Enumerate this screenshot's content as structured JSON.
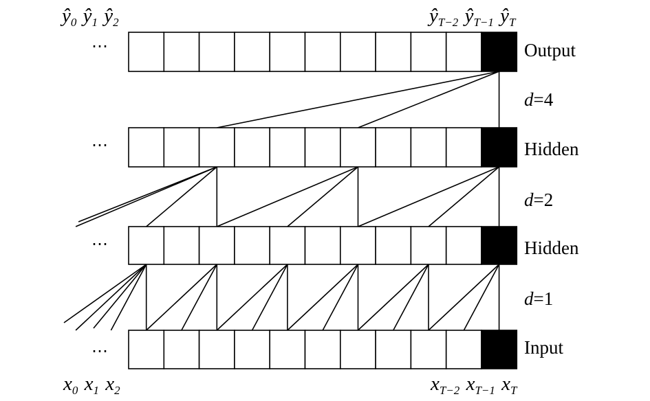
{
  "layers": [
    {
      "label": "Output",
      "ellipsis": "⋯",
      "cells": 11
    },
    {
      "label": "Hidden",
      "ellipsis": "⋯",
      "cells": 11
    },
    {
      "label": "Hidden",
      "ellipsis": "⋯",
      "cells": 11
    },
    {
      "label": "Input",
      "ellipsis": "⋯",
      "cells": 11
    }
  ],
  "dilations": [
    {
      "var": "d",
      "eq": "=4"
    },
    {
      "var": "d",
      "eq": "=2"
    },
    {
      "var": "d",
      "eq": "=1"
    }
  ],
  "outputs": {
    "left": [
      {
        "base": "ŷ",
        "sub": "0"
      },
      {
        "base": "ŷ",
        "sub": "1"
      },
      {
        "base": "ŷ",
        "sub": "2"
      }
    ],
    "right": [
      {
        "base": "ŷ",
        "sub": "T−2"
      },
      {
        "base": "ŷ",
        "sub": "T−1"
      },
      {
        "base": "ŷ",
        "sub": "T"
      }
    ]
  },
  "inputs": {
    "left": [
      {
        "base": "x",
        "sub": "0"
      },
      {
        "base": "x",
        "sub": "1"
      },
      {
        "base": "x",
        "sub": "2"
      }
    ],
    "right": [
      {
        "base": "x",
        "sub": "T−2"
      },
      {
        "base": "x",
        "sub": "T−1"
      },
      {
        "base": "x",
        "sub": "T"
      }
    ]
  }
}
